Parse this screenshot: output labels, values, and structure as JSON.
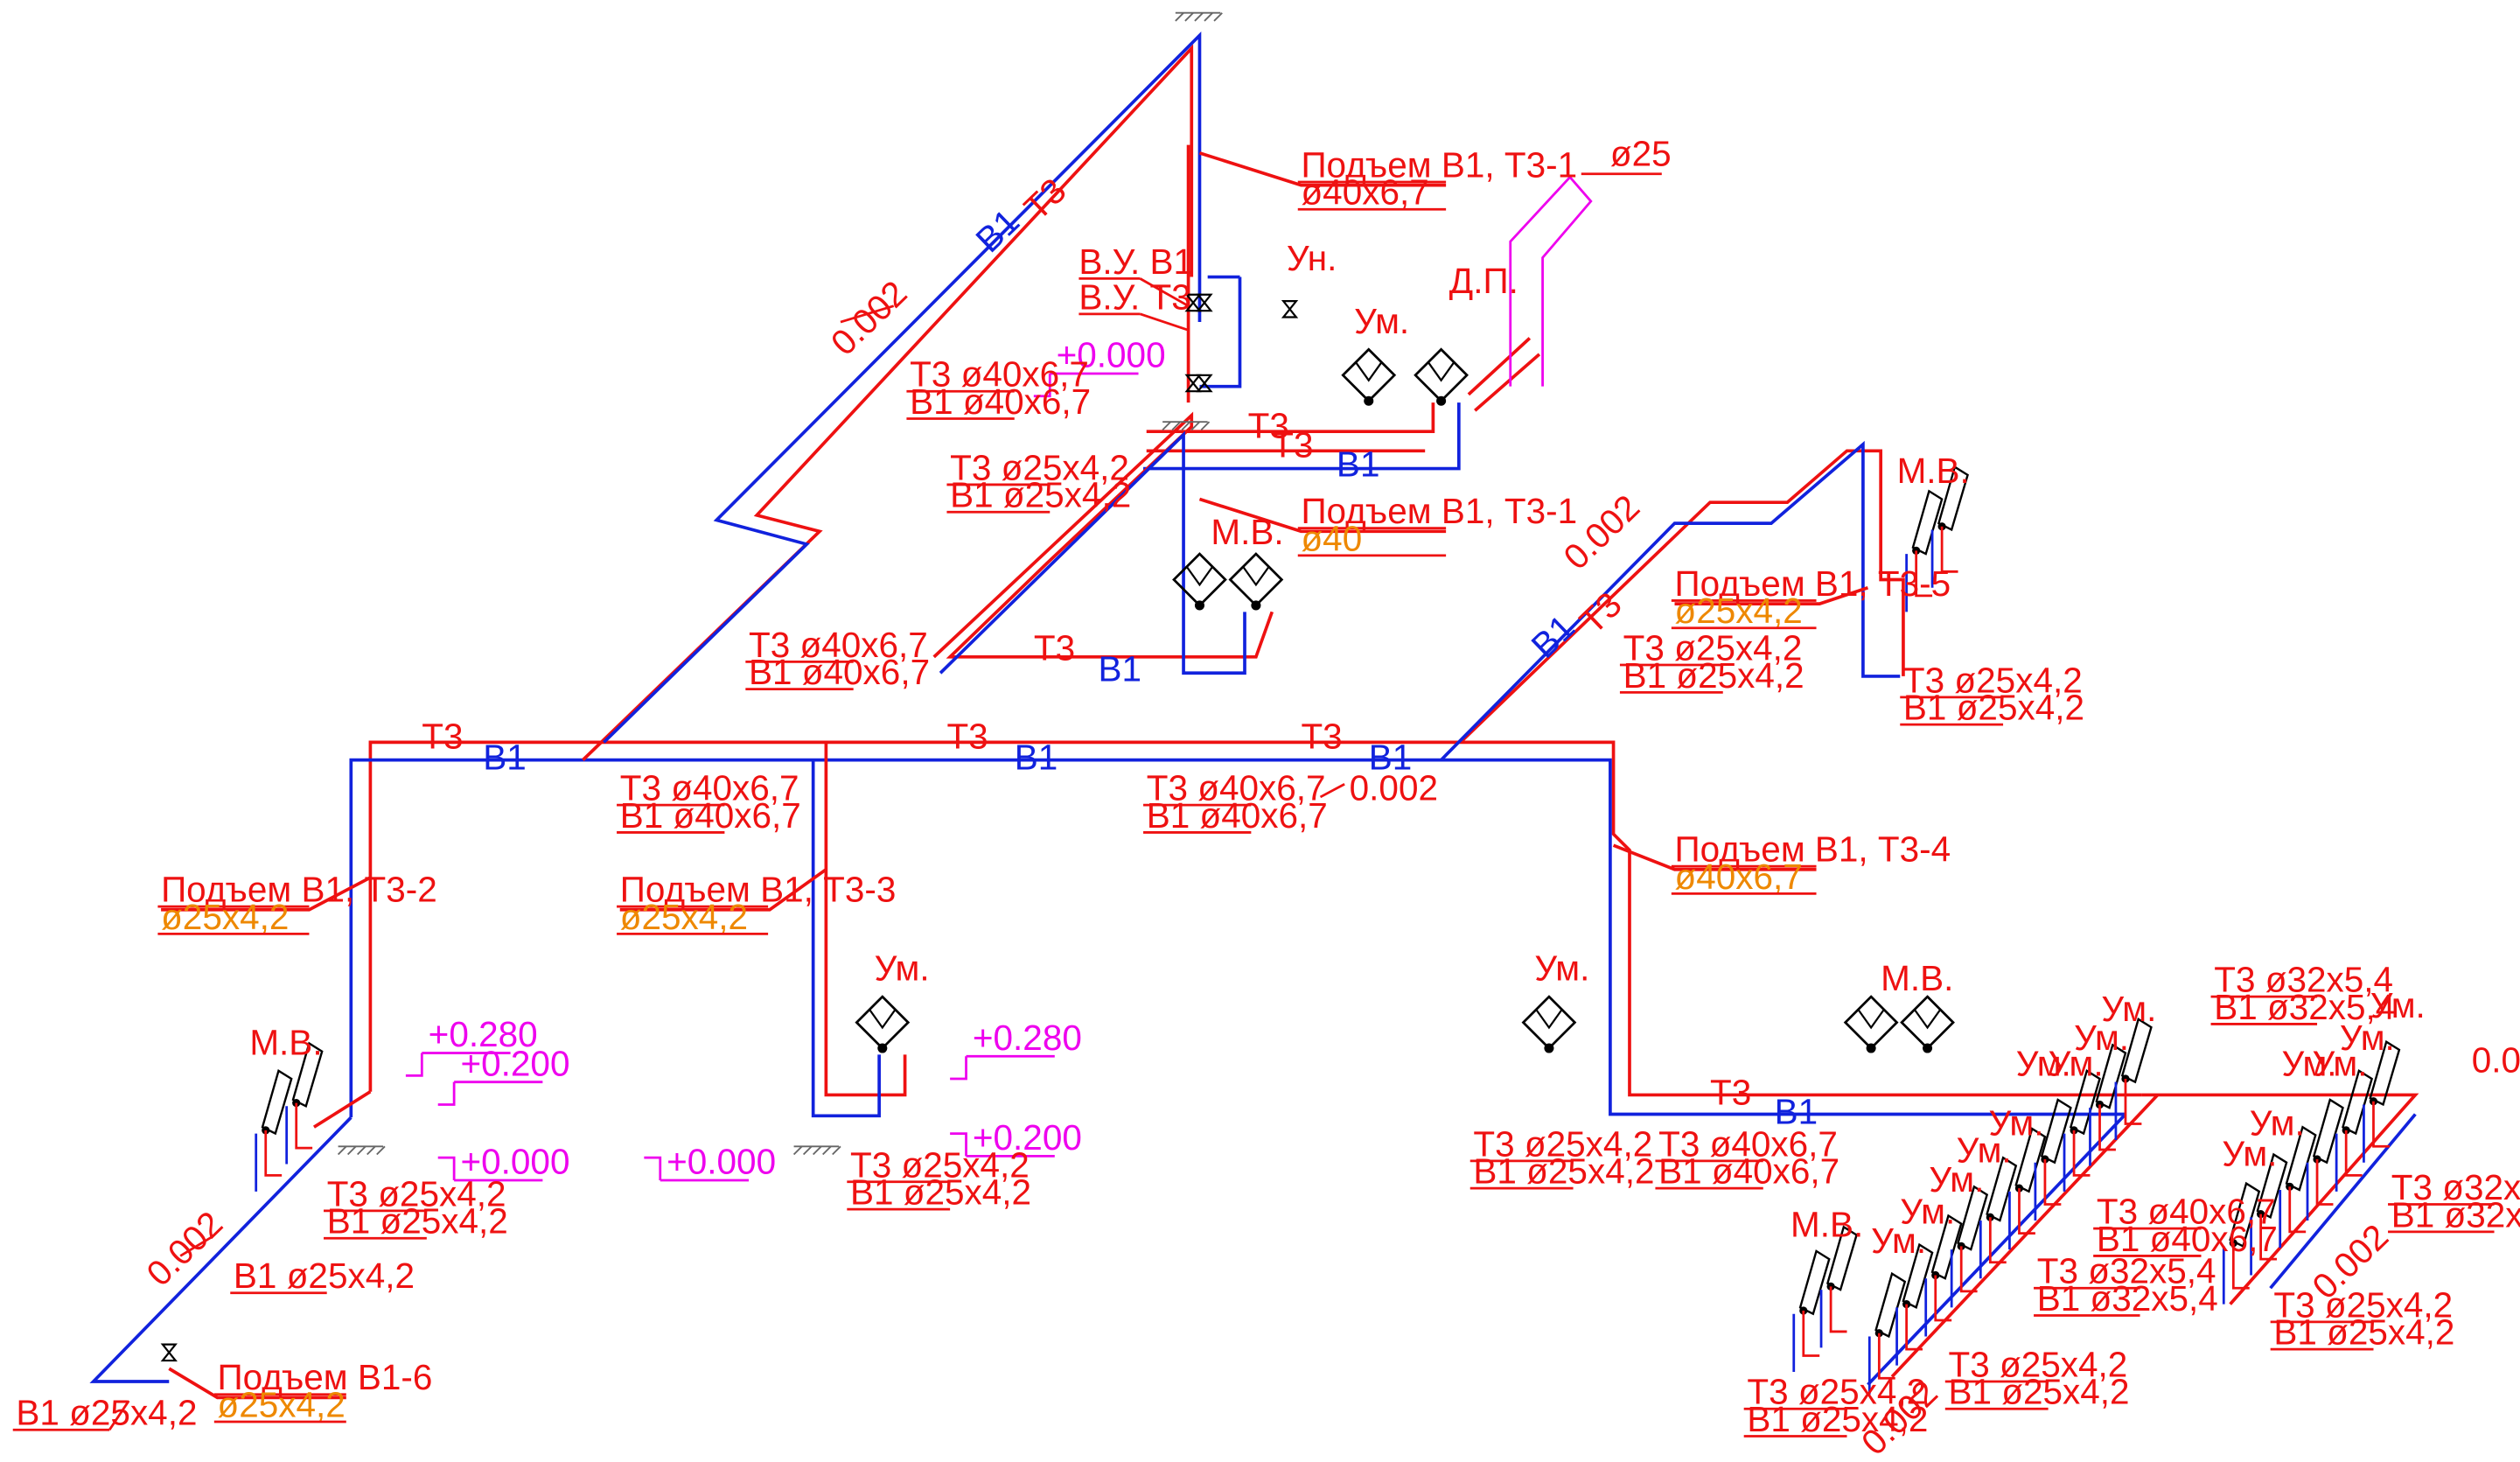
{
  "colors": {
    "t3": "#ee1111",
    "b1": "#1122dd",
    "elev": "#ee00ee",
    "diam": "#ee8800",
    "black": "#000000"
  },
  "labels": {
    "pipe_t3": "Т3",
    "pipe_b1": "В1",
    "slope": "0.002",
    "um": "Ум.",
    "un": "Ун.",
    "mv": "М.В.",
    "dp": "Д.П.",
    "vu_b1": "В.У. В1",
    "vu_t3": "В.У. Т3",
    "d25": "ø25",
    "z0": "+0.000",
    "z200": "+0.200",
    "z280": "+0.280"
  },
  "callouts": {
    "riser1_top_a": "Подъем В1, Т3-1",
    "riser1_top_b": "ø40x6,7",
    "riser1_bot_a": "Подъем В1, Т3-1",
    "riser1_bot_b": "ø40",
    "riser2_a": "Подъем В1, Т3-2",
    "riser2_b": "ø25x4,2",
    "riser3_a": "Подъем В1, Т3-3",
    "riser3_b": "ø25x4,2",
    "riser4_a": "Подъем В1, Т3-4",
    "riser4_b": "ø40x6,7",
    "riser5_a": "Подъем В1, Т3-5",
    "riser5_b": "ø25x4,2",
    "riser6_a": "Подъем В1-6",
    "riser6_b": "ø25x4,2",
    "t3_40": "Т3 ø40x6,7",
    "b1_40": "В1 ø40x6,7",
    "t3_25": "Т3 ø25x4,2",
    "b1_25": "В1 ø25x4,2",
    "t3_32": "Т3 ø32x5,4",
    "b1_32": "В1 ø32x5,4"
  }
}
